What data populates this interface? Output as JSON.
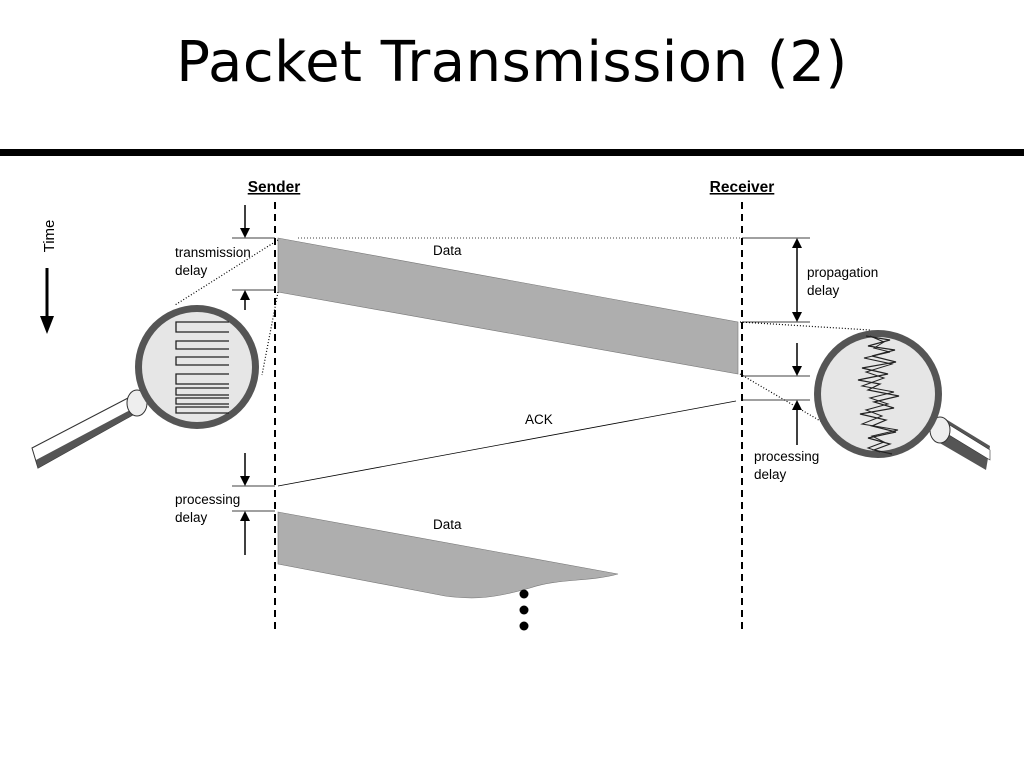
{
  "title": "Packet Transmission (2)",
  "sender_label": "Sender",
  "receiver_label": "Receiver",
  "time_label": "Time",
  "transmission_delay": {
    "line1": "transmission",
    "line2": "delay"
  },
  "propagation_delay": {
    "line1": "propagation",
    "line2": "delay"
  },
  "receiver_processing_delay": {
    "line1": "processing",
    "line2": "delay"
  },
  "sender_processing_delay": {
    "line1": "processing",
    "line2": "delay"
  },
  "data_label_1": "Data",
  "data_label_2": "Data",
  "ack_label": "ACK",
  "colors": {
    "packet_fill": "#aeaeae",
    "lens_ring": "#555555",
    "lens_glass": "#e6e6e6"
  },
  "icons": [
    "time-arrow-icon",
    "magnifier-icon",
    "ellipsis-icon"
  ]
}
